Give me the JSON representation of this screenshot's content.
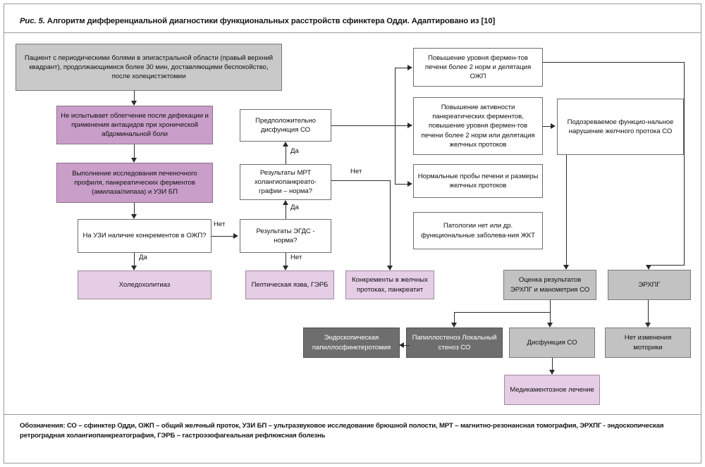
{
  "figure": {
    "caption_prefix": "Рис. 5.",
    "caption": "Алгоритм дифференциальной диагностики функциональных расстройств сфинктера Одди. Адаптировано из [10]",
    "legend": "Обозначения: СО – сфинктер Одди, ОЖП – общий желчный проток, УЗИ БП – ультразвуковое исследование брюшной полости, МРТ – магнитно-резонансная томография, ЭРХПГ - эндоскопическая ретроградная холангиопанкреатография, ГЭРБ – гастроэзофагеальная рефлюксная болезнь"
  },
  "colors": {
    "gray_start": "#c9c9c9",
    "pink_dark": "#c99ec9",
    "pink_light": "#e6cde6",
    "gray_mid": "#c2c2c2",
    "gray_dark": "#6e6e6e",
    "white": "#ffffff",
    "line": "#2b2b2b",
    "border": "#6d6d6d"
  },
  "nodes": {
    "start": "Пациент с периодическими болями в эпигастральной области (правый верхний квадрант),  продолжающимися более 30 мин, доставляющими беспокойство, после холецистэктомии",
    "no_relief": "Не испытывает облегчение после дефекации и применения антацидов при хронической абдоминальной боли",
    "workup": "Выполнение исследования  печеночного профиля, панкреатических ферментов (амилаза/липаза) и УЗИ БП",
    "us_stones": "На УЗИ наличие конкрементов в ОЖП?",
    "choledocholithiasis": "Холедохолитиаз",
    "egds": "Результаты ЭГДС - норма?",
    "mrcp": "Результаты МРТ холангиопанкреато-графии – норма?",
    "presumed_sod": "Предположительно дисфункция СО",
    "peptic_ulcer": "Пептическая язва, ГЭРБ",
    "duct_stones": "Конкременты в желчных протоках, панкреатит",
    "liver_enzymes_up": "Повышение уровня фермен-тов печени более 2 норм и делятация ОЖП",
    "pancreatic_up": "Повышение активности панкреатических ферментов, повышение уровня фермен-тов печени более 2 норм или делятация желчных протоков",
    "normal_liver": "Нормальные пробы печени и размеры желчных протоков",
    "no_pathology": "Патологии нет или др. функциональные заболева-ния ЖКТ",
    "suspected_biliary": "Подозреваемое функцио-нальное нарушение желчного протока СО",
    "ercp_manometry": "Оценка результатов ЭРХПГ  и манометрия СО",
    "ercp": "ЭРХПГ",
    "sphincterotomy": "Эндоскопическая папиллосфинктеротомия",
    "papillostenosis": "Папиллостеноз Локальный стеноз СО",
    "sod_dysfunction": "Дисфункция СО",
    "no_motility_change": "Нет изменения моторики",
    "drug_treatment": "Медикаментозное лечение"
  },
  "edge_labels": {
    "no_1": "Нет",
    "yes_1": "Да",
    "yes_2": "Да",
    "yes_3": "Да",
    "no_2": "Нет",
    "no_3": "Нет"
  }
}
